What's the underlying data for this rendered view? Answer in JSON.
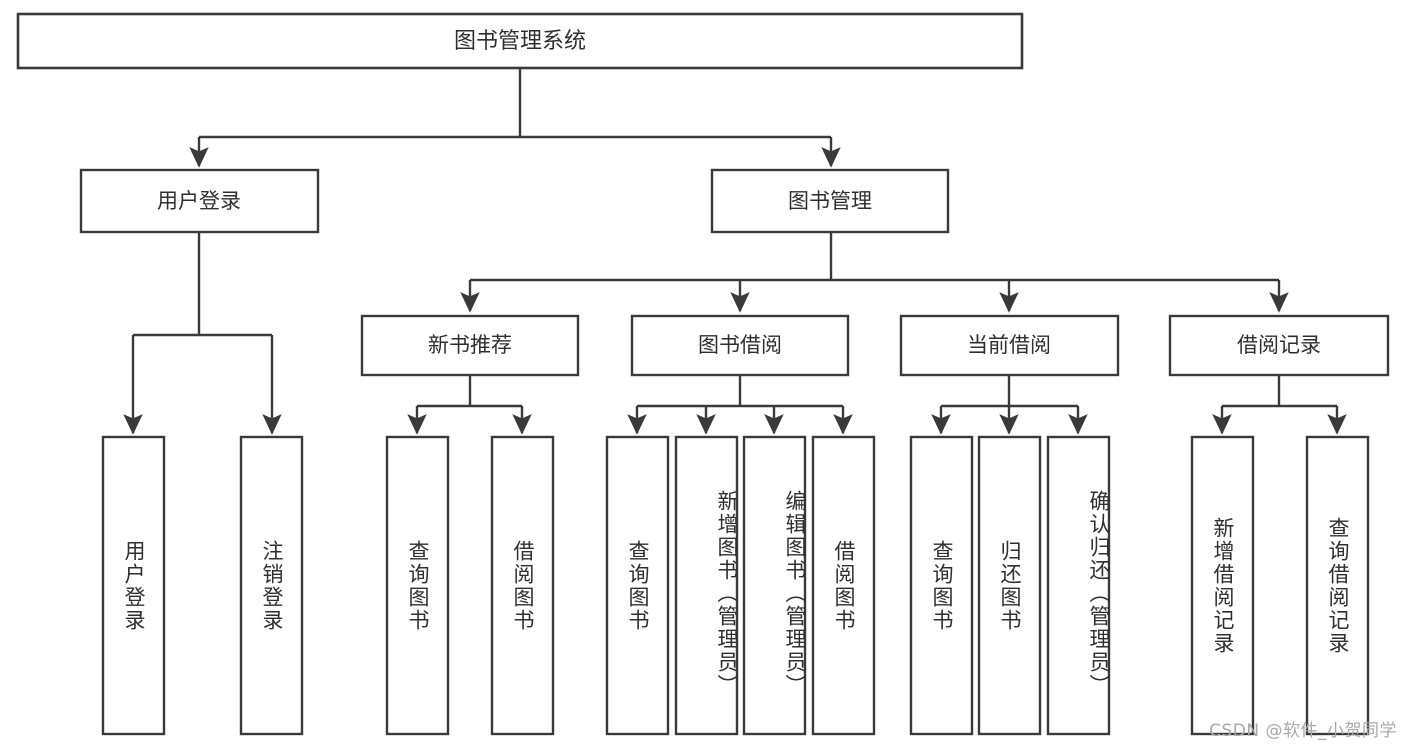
{
  "diagram": {
    "title": "图书管理系统",
    "type": "tree-hierarchy",
    "orientation": "top-down",
    "colors": {
      "box_stroke": "#3a3a3a",
      "box_fill": "#ffffff",
      "edge": "#3a3a3a",
      "text": "#2f2f2f",
      "watermark": "#a9a9a9",
      "background": "#ffffff"
    },
    "root": {
      "label": "图书管理系统"
    },
    "level2": [
      {
        "label": "用户登录"
      },
      {
        "label": "图书管理"
      }
    ],
    "level3": [
      {
        "label": "新书推荐"
      },
      {
        "label": "图书借阅"
      },
      {
        "label": "当前借阅"
      },
      {
        "label": "借阅记录"
      }
    ],
    "leaves": {
      "user_login": [
        {
          "label": "用户登录"
        },
        {
          "label": "注销登录"
        }
      ],
      "new_book_recommend": [
        {
          "label": "查询图书"
        },
        {
          "label": "借阅图书"
        }
      ],
      "book_borrow": [
        {
          "label": "查询图书"
        },
        {
          "label": "新增图书（管理员）"
        },
        {
          "label": "编辑图书（管理员）"
        },
        {
          "label": "借阅图书"
        }
      ],
      "current_borrow": [
        {
          "label": "查询图书"
        },
        {
          "label": "归还图书"
        },
        {
          "label": "确认归还（管理员）"
        }
      ],
      "borrow_records": [
        {
          "label": "新增借阅记录"
        },
        {
          "label": "查询借阅记录"
        }
      ]
    }
  },
  "watermark": {
    "text": "CSDN @软件_小贺同学"
  }
}
